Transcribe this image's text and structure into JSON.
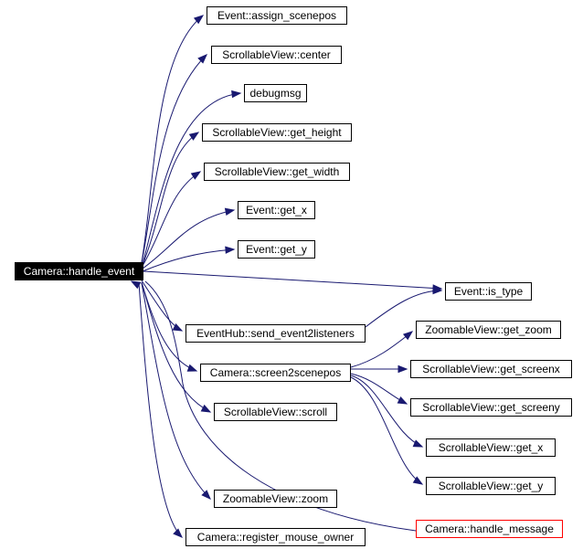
{
  "graph": {
    "edge_color": "#191970",
    "root_fill": "#000000",
    "highlight_border": "#ff0000",
    "nodes": {
      "root": "Camera::handle_event",
      "assign_scenepos": "Event::assign_scenepos",
      "center": "ScrollableView::center",
      "debugmsg": "debugmsg",
      "get_height": "ScrollableView::get_height",
      "get_width": "ScrollableView::get_width",
      "event_get_x": "Event::get_x",
      "event_get_y": "Event::get_y",
      "is_type": "Event::is_type",
      "send_event2listeners": "EventHub::send_event2listeners",
      "screen2scenepos": "Camera::screen2scenepos",
      "get_zoom": "ZoomableView::get_zoom",
      "get_screenx": "ScrollableView::get_screenx",
      "get_screeny": "ScrollableView::get_screeny",
      "sv_get_x": "ScrollableView::get_x",
      "sv_get_y": "ScrollableView::get_y",
      "scroll": "ScrollableView::scroll",
      "zoom": "ZoomableView::zoom",
      "register_mouse_owner": "Camera::register_mouse_owner",
      "handle_message": "Camera::handle_message"
    }
  }
}
